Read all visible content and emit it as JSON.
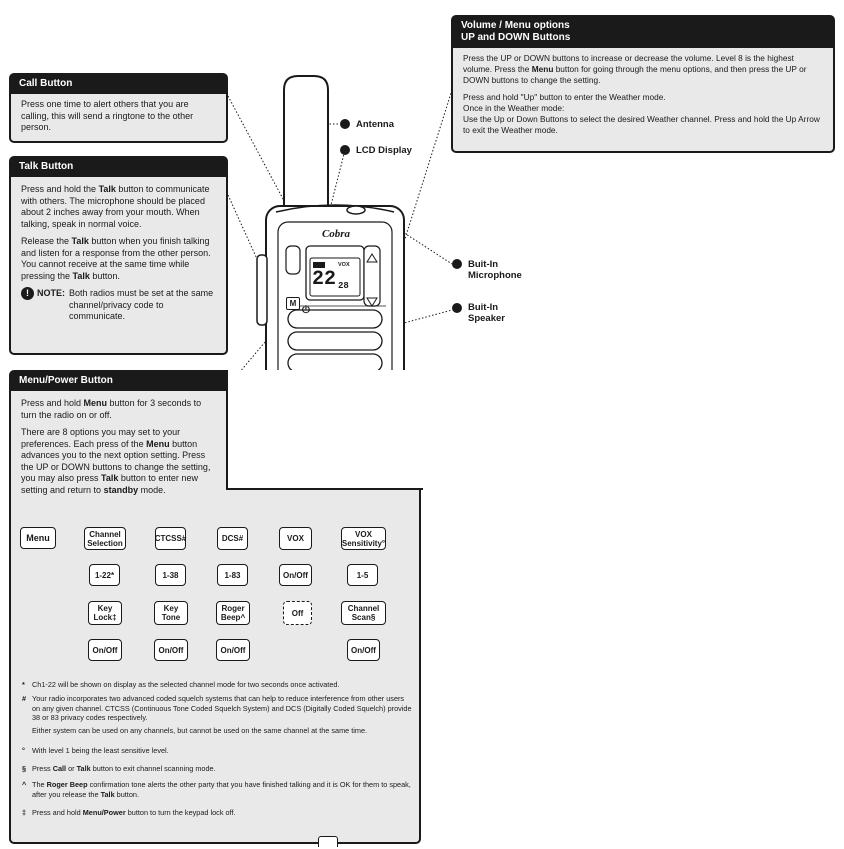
{
  "volume_panel": {
    "title_line1": "Volume / Menu options",
    "title_line2": "UP and DOWN Buttons",
    "p1_a": "Press the UP or DOWN buttons to increase or decrease the volume. Level 8 is the highest volume. Press the ",
    "p1_b": "Menu",
    "p1_c": " button for going through the menu options, and then press the UP or DOWN buttons to change the setting.",
    "p2": "Press and hold \"Up\" button to enter the Weather mode.",
    "p3": "Once in the Weather mode:",
    "p4": "Use the Up or Down Buttons to select the desired Weather channel. Press and hold the Up Arrow to exit the Weather mode."
  },
  "call_panel": {
    "title": "Call Button",
    "body": "Press one time to alert others that you are calling, this will send a ringtone to the other person."
  },
  "talk_panel": {
    "title": "Talk Button",
    "p1_a": "Press and hold the ",
    "p1_b": "Talk",
    "p1_c": " button to communicate with others. The microphone should be placed about 2 inches away from your mouth. When talking, speak in normal voice.",
    "p2_a": "Release the ",
    "p2_b": "Talk",
    "p2_c": " button when you finish talking and listen for a response from the other person. You cannot receive at the same time while pressing the ",
    "p2_d": "Talk",
    "p2_e": " button.",
    "note_label": "NOTE:",
    "note_text": "Both radios must be set at the same channel/privacy code to communicate."
  },
  "menu_panel": {
    "title": "Menu/Power Button",
    "p1_a": "Press and hold ",
    "p1_b": "Menu",
    "p1_c": " button for 3 seconds to turn the radio on or off.",
    "p2_a": "There are 8 options you may set to your preferences.  Each press of the ",
    "p2_b": "Menu",
    "p2_c": " button advances you to the next option setting. Press the UP or DOWN buttons to change the setting, you may also press ",
    "p2_d": "Talk",
    "p2_e": " button to enter new setting and return to ",
    "p2_f": "standby",
    "p2_g": " mode."
  },
  "callouts": {
    "antenna": "Antenna",
    "lcd": "LCD Display",
    "mic_line1": "Buit-In",
    "mic_line2": "Microphone",
    "spk_line1": "Buit-In",
    "spk_line2": "Speaker"
  },
  "radio": {
    "brand": "Cobra",
    "channel": "22",
    "code": "28",
    "lcd_small": "VOX",
    "menu_key": "M",
    "power_symbol": "⏻"
  },
  "flow": {
    "menu": "Menu",
    "channel_selection": "Channel Selection",
    "ctcss": "CTCSS#",
    "dcs": "DCS#",
    "vox": "VOX",
    "vox_sensitivity": "VOX Sensitivity°",
    "range_channel": "1-22*",
    "range_ctcss": "1-38",
    "range_dcs": "1-83",
    "vox_onoff": "On/Off",
    "range_vox_sens": "1-5",
    "channel_scan": "Channel Scan§",
    "off": "Off",
    "roger_beep": "Roger Beep^",
    "key_tone": "Key Tone",
    "key_lock": "Key Lock‡",
    "onoff_keylock": "On/Off",
    "onoff_keytone": "On/Off",
    "onoff_roger": "On/Off",
    "onoff_scan": "On/Off"
  },
  "footnotes": {
    "f1_sym": "*",
    "f1": "Ch1-22 will be shown on display as the selected channel mode for two seconds once activated.",
    "f2_sym": "#",
    "f2": "Your radio incorporates two advanced coded squelch systems that can help to reduce interference from other users on any given channel. CTCSS (Continuous Tone Coded Squelch System) and DCS (Digitally Coded Squelch) provide 38 or 83 privacy codes respectively.",
    "f2b": "Either system can be used on any channels, but cannot be used on the same channel at the same time.",
    "f3_sym": "°",
    "f3": "With level 1 being the least sensitive level.",
    "f4_sym": "§",
    "f4_a": "Press ",
    "f4_b": "Call",
    "f4_c": " or ",
    "f4_d": "Talk",
    "f4_e": " button to exit channel scanning mode.",
    "f5_sym": "^",
    "f5_a": "The ",
    "f5_b": "Roger Beep",
    "f5_c": " confirmation tone alerts the other party that you have finished talking and it is OK for them to speak, after you release the ",
    "f5_d": "Talk",
    "f5_e": " button.",
    "f6_sym": "‡",
    "f6_a": "Press and hold ",
    "f6_b": "Menu/Power",
    "f6_c": " button to turn the keypad lock off."
  }
}
